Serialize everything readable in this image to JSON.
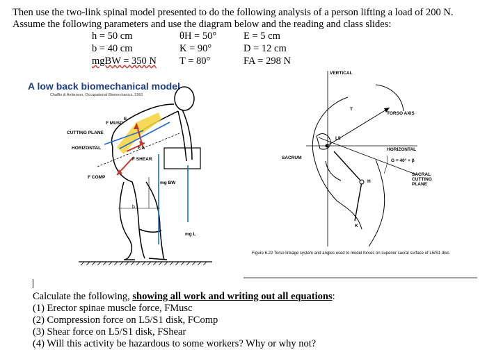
{
  "intro": "Then use the two-link spinal model presented to do the following analysis of a person lifting a load of 200 N.  Assume the following parameters and use the diagram below and the reading and class slides:",
  "params": {
    "h": "h = 50 cm",
    "thetaH": "θH = 50°",
    "E": "E = 5 cm",
    "b": "b = 40 cm",
    "K": "K = 90°",
    "D": "D = 12 cm",
    "mgbw": "mgBW = 350 N",
    "T": "T = 80°",
    "FA": "FA = 298 N"
  },
  "model": {
    "title": "A low back biomechanical model",
    "citation": "Chaffin & Anderson, Occupational Biomechanics, 1991",
    "labels": {
      "musc": "F MUSC",
      "cutting_plane": "CUTTING PLANE",
      "horizontal": "HORIZONTAL",
      "shear": "F SHEAR",
      "a": "F A",
      "comp": "F COMP",
      "bw": "mg BW",
      "l": "mg L",
      "e": "E",
      "b": "b"
    }
  },
  "figure": {
    "labels": {
      "vertical": "VERTICAL",
      "torso_axis": "TORSO AXIS",
      "t": "T",
      "l5": "L5",
      "sacrum": "SACRUM",
      "horizontal": "HORIZONTAL",
      "angle": "G = 40° + β",
      "sacral_plane": "SACRAL CUTTING PLANE",
      "h": "H",
      "k": "K"
    },
    "caption": "Figure 6.22   Torso linkage system and angles used to model forces on superior sacral surface of L5/S1 disc."
  },
  "questions": {
    "heading_plain": "Calculate the following, ",
    "heading_bold": "showing all work and writing out all equations",
    "heading_end": ":",
    "items": [
      "(1) Erector spinae muscle force, FMusc",
      "(2) Compression force on L5/S1 disk, FComp",
      "(3) Shear force on L5/S1 disk, FShear",
      "(4) Will this activity be hazardous to some workers?  Why or why not?"
    ]
  }
}
